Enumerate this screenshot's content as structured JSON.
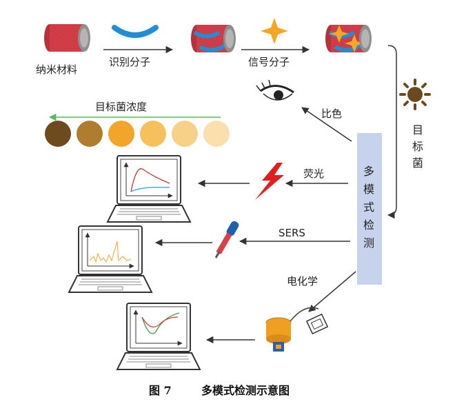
{
  "labels": {
    "nano_material": "纳米材料",
    "recognition_molecule": "识别分子",
    "signal_molecule": "信号分子",
    "target_bacteria": "目标菌",
    "concentration": "目标菌浓度",
    "colorimetric": "比色",
    "fluorescence": "荧光",
    "sers": "SERS",
    "electrochemical": "电化学",
    "multimode_detection": "多模式检测"
  },
  "caption": {
    "figure_number": "图 7",
    "title": "多模式检测示意图"
  },
  "colors": {
    "tube_red": "#d8404a",
    "tube_gray": "#a9a9a9",
    "recognition_blue": "#1f8ed6",
    "star_orange": "#f5a623",
    "panel_blue": "#c7d3ec",
    "sun_brown": "#6b4a1f",
    "bolt_red": "#e02020",
    "probe_orange": "#f0a020",
    "arrow_gray": "#333333",
    "concentration_arrow": "#5cb85c"
  },
  "concentration_swatches": [
    "#6e4b1e",
    "#b07d2e",
    "#f2a528",
    "#f6c05a",
    "#f8d188",
    "#fae0ad"
  ],
  "icons": [
    "eye-icon",
    "sun-icon",
    "lightning-icon",
    "raman-probe-icon",
    "electrode-icon"
  ]
}
